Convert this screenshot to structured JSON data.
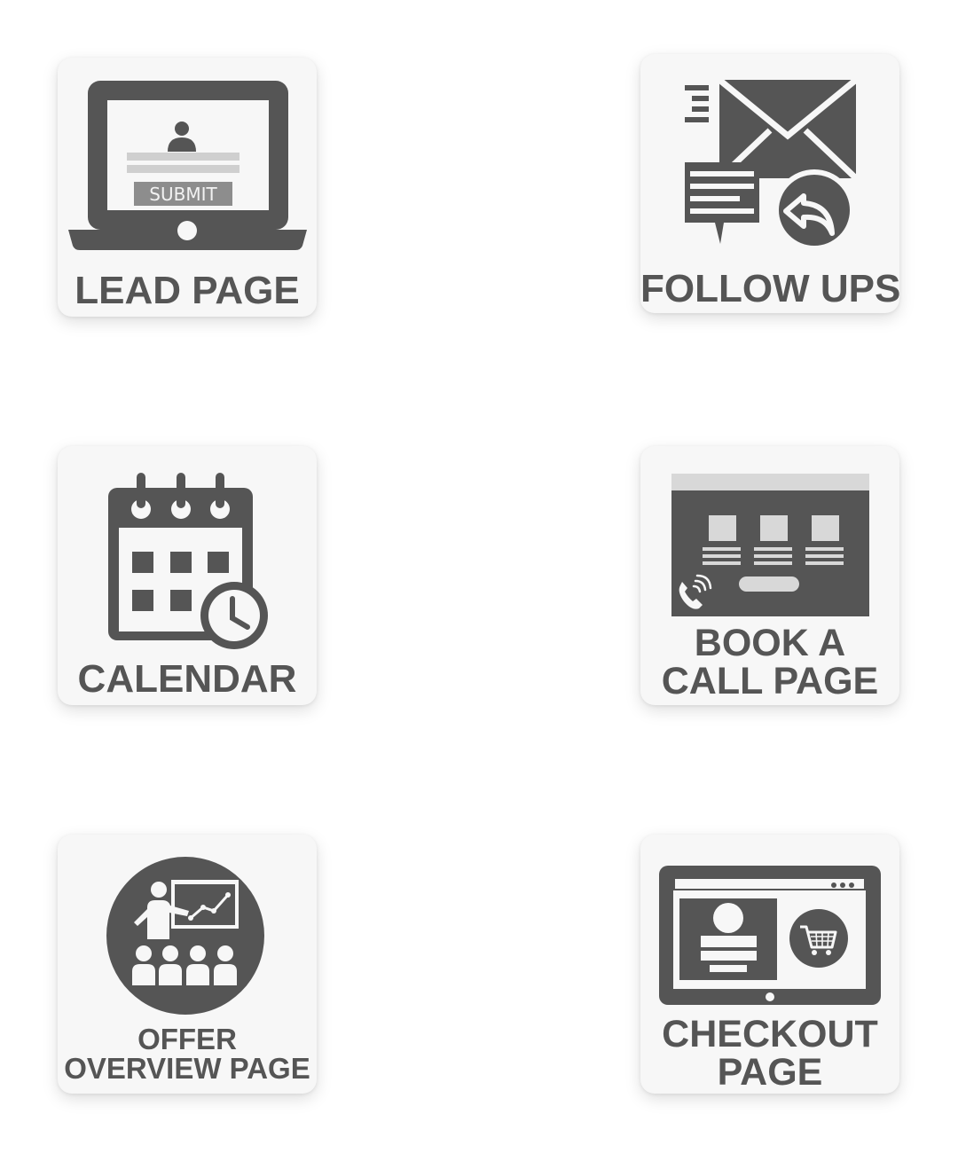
{
  "tiles": [
    {
      "lines": [
        "LEAD PAGE"
      ],
      "icon": "laptop-form-icon",
      "submit_label": "SUBMIT"
    },
    {
      "lines": [
        "FOLLOW UPS"
      ],
      "icon": "envelope-reply-icon"
    },
    {
      "lines": [
        "CALENDAR"
      ],
      "icon": "calendar-clock-icon"
    },
    {
      "lines": [
        "BOOK A",
        "CALL PAGE"
      ],
      "icon": "booking-page-icon"
    },
    {
      "lines": [
        "OFFER",
        "OVERVIEW PAGE"
      ],
      "icon": "presentation-icon"
    },
    {
      "lines": [
        "CHECKOUT",
        "PAGE"
      ],
      "icon": "checkout-tablet-icon"
    }
  ],
  "colors": {
    "icon": "#555555",
    "card": "#f7f7f7",
    "background": "#ffffff"
  }
}
